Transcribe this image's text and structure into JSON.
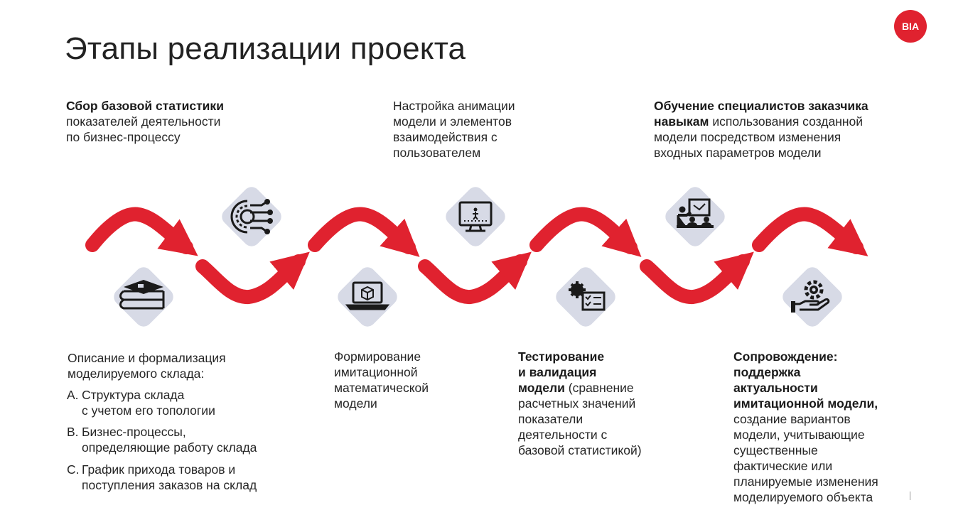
{
  "slide": {
    "title": "Этапы реализации проекта",
    "logo_text": "BIA",
    "accent_color": "#e0222f",
    "diamond_color": "#d7dae6",
    "icon_color": "#1a1a1a"
  },
  "stages": {
    "stage1": {
      "lines": [
        "Описание и формализация",
        "моделируемого склада:"
      ],
      "list": [
        {
          "marker": "A.",
          "line1": "Структура склада",
          "line2": "с учетом его топологии"
        },
        {
          "marker": "B.",
          "line1": "Бизнес-процессы,",
          "line2": "определяющие работу склада"
        },
        {
          "marker": "C.",
          "line1": "График прихода товаров и",
          "line2": "поступления заказов на склад"
        }
      ],
      "icon": "books-icon"
    },
    "stage2": {
      "bold": "Сбор базовой статистики",
      "lines": [
        "показателей деятельности",
        "по бизнес-процессу"
      ],
      "icon": "gear-circuit-icon"
    },
    "stage3": {
      "lines": [
        "Формирование",
        "имитационной",
        "математической",
        "модели"
      ],
      "icon": "laptop-box-icon"
    },
    "stage4": {
      "lines": [
        "Настройка анимации",
        "модели и элементов",
        "взаимодействия с",
        "пользователем"
      ],
      "icon": "monitor-animation-icon"
    },
    "stage5": {
      "bold_lines": [
        "Тестирование",
        "и валидация"
      ],
      "bold_inline": "модели",
      "text_inline": " (сравнение",
      "lines": [
        "расчетных значений",
        "показатели",
        "деятельности с",
        "базовой статистикой)"
      ],
      "icon": "gear-checklist-icon"
    },
    "stage6": {
      "bold_line1": "Обучение специалистов заказчика",
      "bold_inline": "навыкам",
      "text_inline": " использования созданной",
      "lines": [
        "модели посредством изменения",
        "входных параметров модели"
      ],
      "icon": "presentation-icon"
    },
    "stage7": {
      "bold_lines": [
        "Сопровождение:",
        "поддержка",
        "актуальности",
        "имитационной модели,"
      ],
      "lines": [
        "создание вариантов",
        "модели, учитывающие",
        "существенные",
        "фактические или",
        "планируемые изменения",
        "моделируемого объекта"
      ],
      "icon": "hand-gear-icon"
    }
  }
}
